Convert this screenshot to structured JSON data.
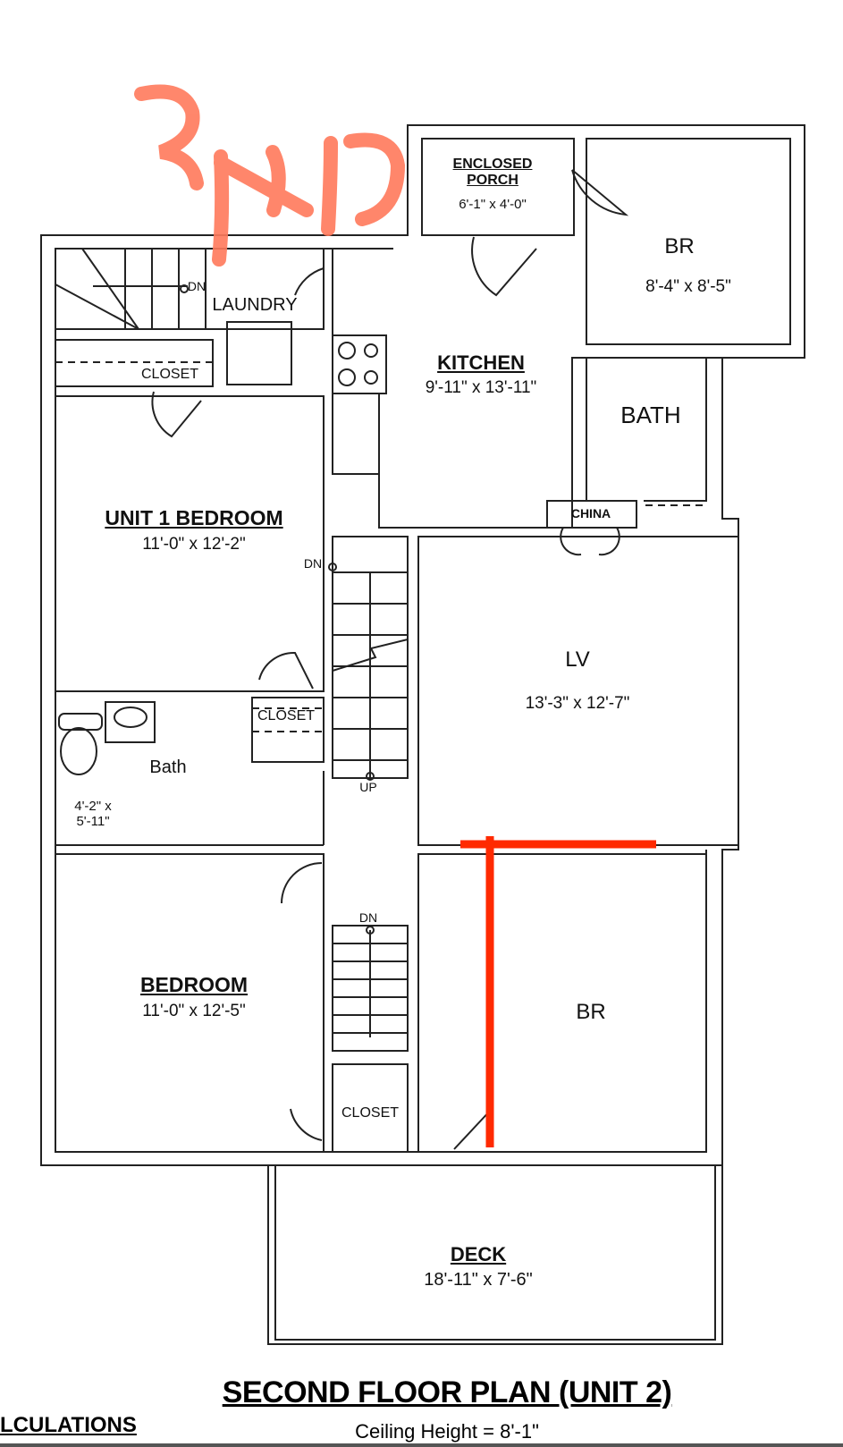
{
  "annotation": {
    "handwritten_text": "3x10",
    "color": "#ff7a5c"
  },
  "rooms": [
    {
      "id": "enclosed-porch",
      "name": "ENCLOSED PORCH",
      "name_line1": "ENCLOSED",
      "name_line2": "PORCH",
      "dimensions": "6'-1\" x 4'-0\""
    },
    {
      "id": "br-top",
      "name": "BR",
      "dimensions": "8'-4\" x 8'-5\""
    },
    {
      "id": "laundry",
      "name": "LAUNDRY"
    },
    {
      "id": "closet-top",
      "name": "CLOSET"
    },
    {
      "id": "kitchen",
      "name": "KITCHEN",
      "dimensions": "9'-11\" x 13'-11\""
    },
    {
      "id": "bath-right",
      "name": "BATH"
    },
    {
      "id": "china",
      "name": "CHINA"
    },
    {
      "id": "unit1-bedroom",
      "name": "UNIT 1 BEDROOM",
      "dimensions": "11'-0\" x 12'-2\""
    },
    {
      "id": "lv",
      "name": "LV",
      "dimensions": "13'-3\" x 12'-7\""
    },
    {
      "id": "closet-mid",
      "name": "CLOSET"
    },
    {
      "id": "bath-left",
      "name": "Bath",
      "dimensions_line1": "4'-2\" x",
      "dimensions_line2": "5'-11\""
    },
    {
      "id": "bedroom",
      "name": "BEDROOM",
      "dimensions": "11'-0\" x 12'-5\""
    },
    {
      "id": "br-bottom",
      "name": "BR"
    },
    {
      "id": "closet-bottom",
      "name": "CLOSET"
    },
    {
      "id": "deck",
      "name": "DECK",
      "dimensions": "18'-11\" x 7'-6\""
    }
  ],
  "stairs": {
    "dn_top": "DN",
    "dn_mid": "DN",
    "up_mid": "UP",
    "dn_bottom": "DN"
  },
  "markup": {
    "wall_color": "#ff2a00"
  },
  "footer": {
    "title": "SECOND FLOOR PLAN (UNIT 2)",
    "ceiling": "Ceiling Height = 8'-1\"",
    "calculations": "LCULATIONS"
  }
}
